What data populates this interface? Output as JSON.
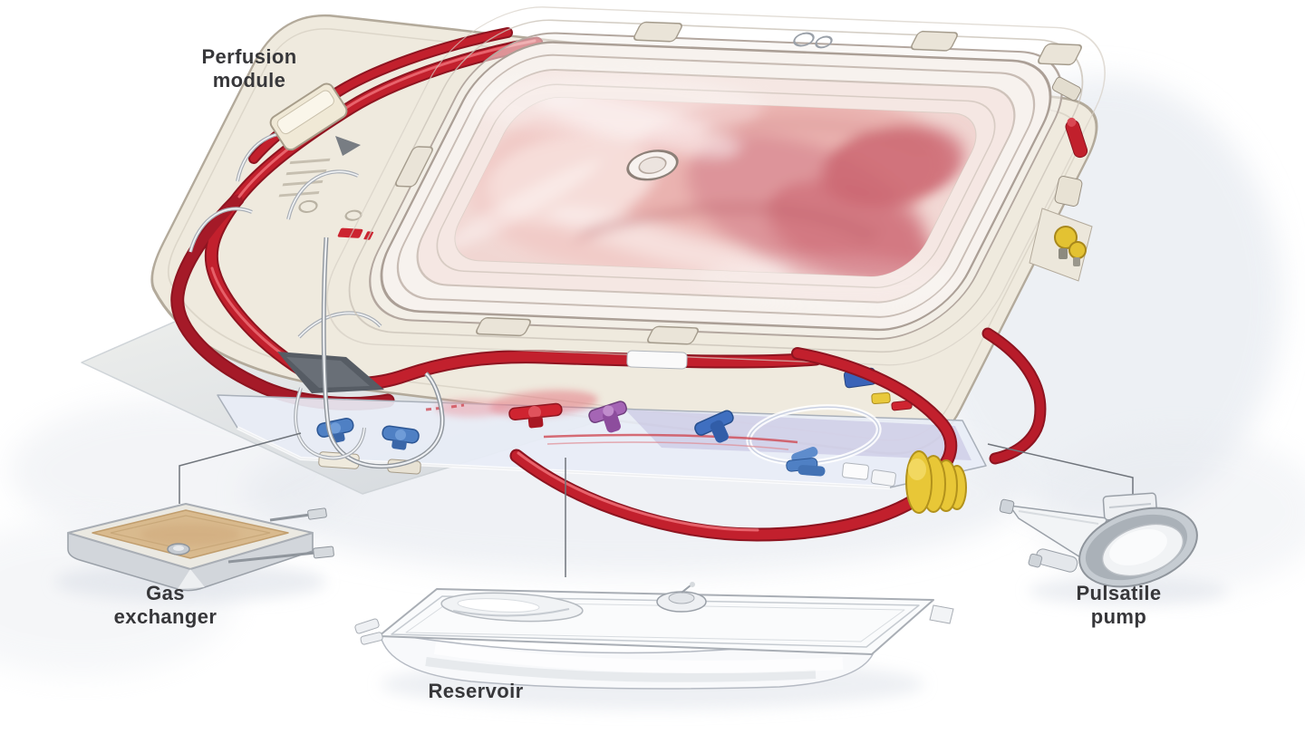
{
  "figure": {
    "labels": {
      "perfusion_module": "Perfusion\nmodule",
      "gas_exchanger": "Gas\nexchanger",
      "reservoir": "Reservoir",
      "pulsatile_pump": "Pulsatile\npump"
    },
    "colors": {
      "background": "#ffffff",
      "label_text": "#37373a",
      "callout_line": "#70757c",
      "blood_tube_red": "#c2202d",
      "blood_tube_dark": "#8e1420",
      "blood_tube_highlight": "#ee7078",
      "deck_beige": "#efeade",
      "dome_shell": "#f7f2ee",
      "organ_pink": "#eab3b0",
      "gas_exchanger_tan": "#d9ba8e",
      "bellows_yellow": "#e8c737",
      "valve_blue": "#4f80c4",
      "valve_dark_blue": "#3f6fc0",
      "valve_purple": "#a565b5",
      "valve_red": "#cf2430",
      "floor_gray": "#e7eae9"
    }
  }
}
